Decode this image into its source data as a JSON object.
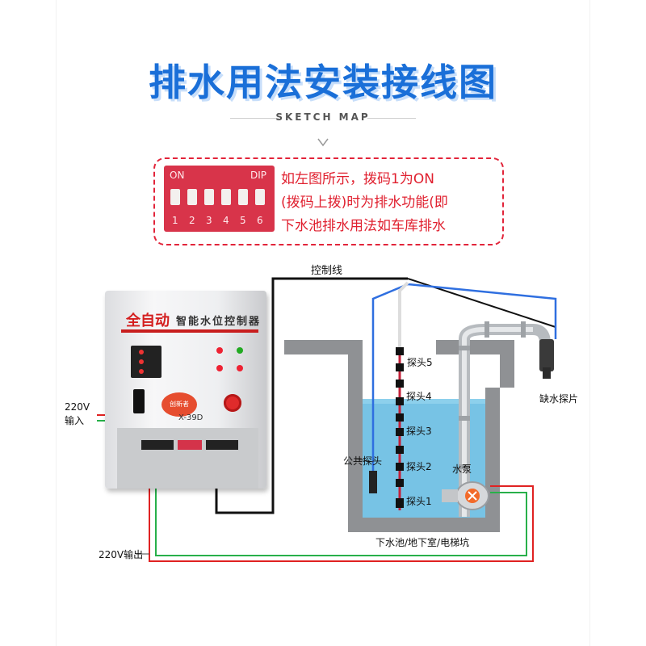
{
  "header": {
    "title": "排水用法安装接线图",
    "subtitle": "SKETCH MAP"
  },
  "dip_panel": {
    "on_label": "ON",
    "dip_label": "DIP",
    "switch_numbers": [
      "1",
      "2",
      "3",
      "4",
      "5",
      "6"
    ],
    "description_lines": [
      "如左图所示，拨码1为ON",
      "(拨码上拨)时为排水功能(即",
      "下水池排水用法如车库排水"
    ]
  },
  "controller": {
    "title_main": "全自动",
    "title_sub": "智能水位控制器",
    "brand": "创新者",
    "model": "X-39D"
  },
  "labels": {
    "control_wire": "控制线",
    "input_voltage": "220V",
    "input_text": "输入",
    "output": "220V输出",
    "common_probe": "公共探头",
    "probe5": "探头5",
    "probe4": "探头4",
    "probe3": "探头3",
    "probe2": "探头2",
    "probe1": "探头1",
    "pump": "水泵",
    "low_water_probe": "缺水探片",
    "pool": "下水池/地下室/电梯坑"
  },
  "colors": {
    "title_blue": "#1a6fd8",
    "accent_red": "#e0202f",
    "water": "#5fb8e0",
    "wire_blue": "#2f6fe0",
    "wire_red": "#e02222",
    "wire_green": "#28b04a"
  }
}
